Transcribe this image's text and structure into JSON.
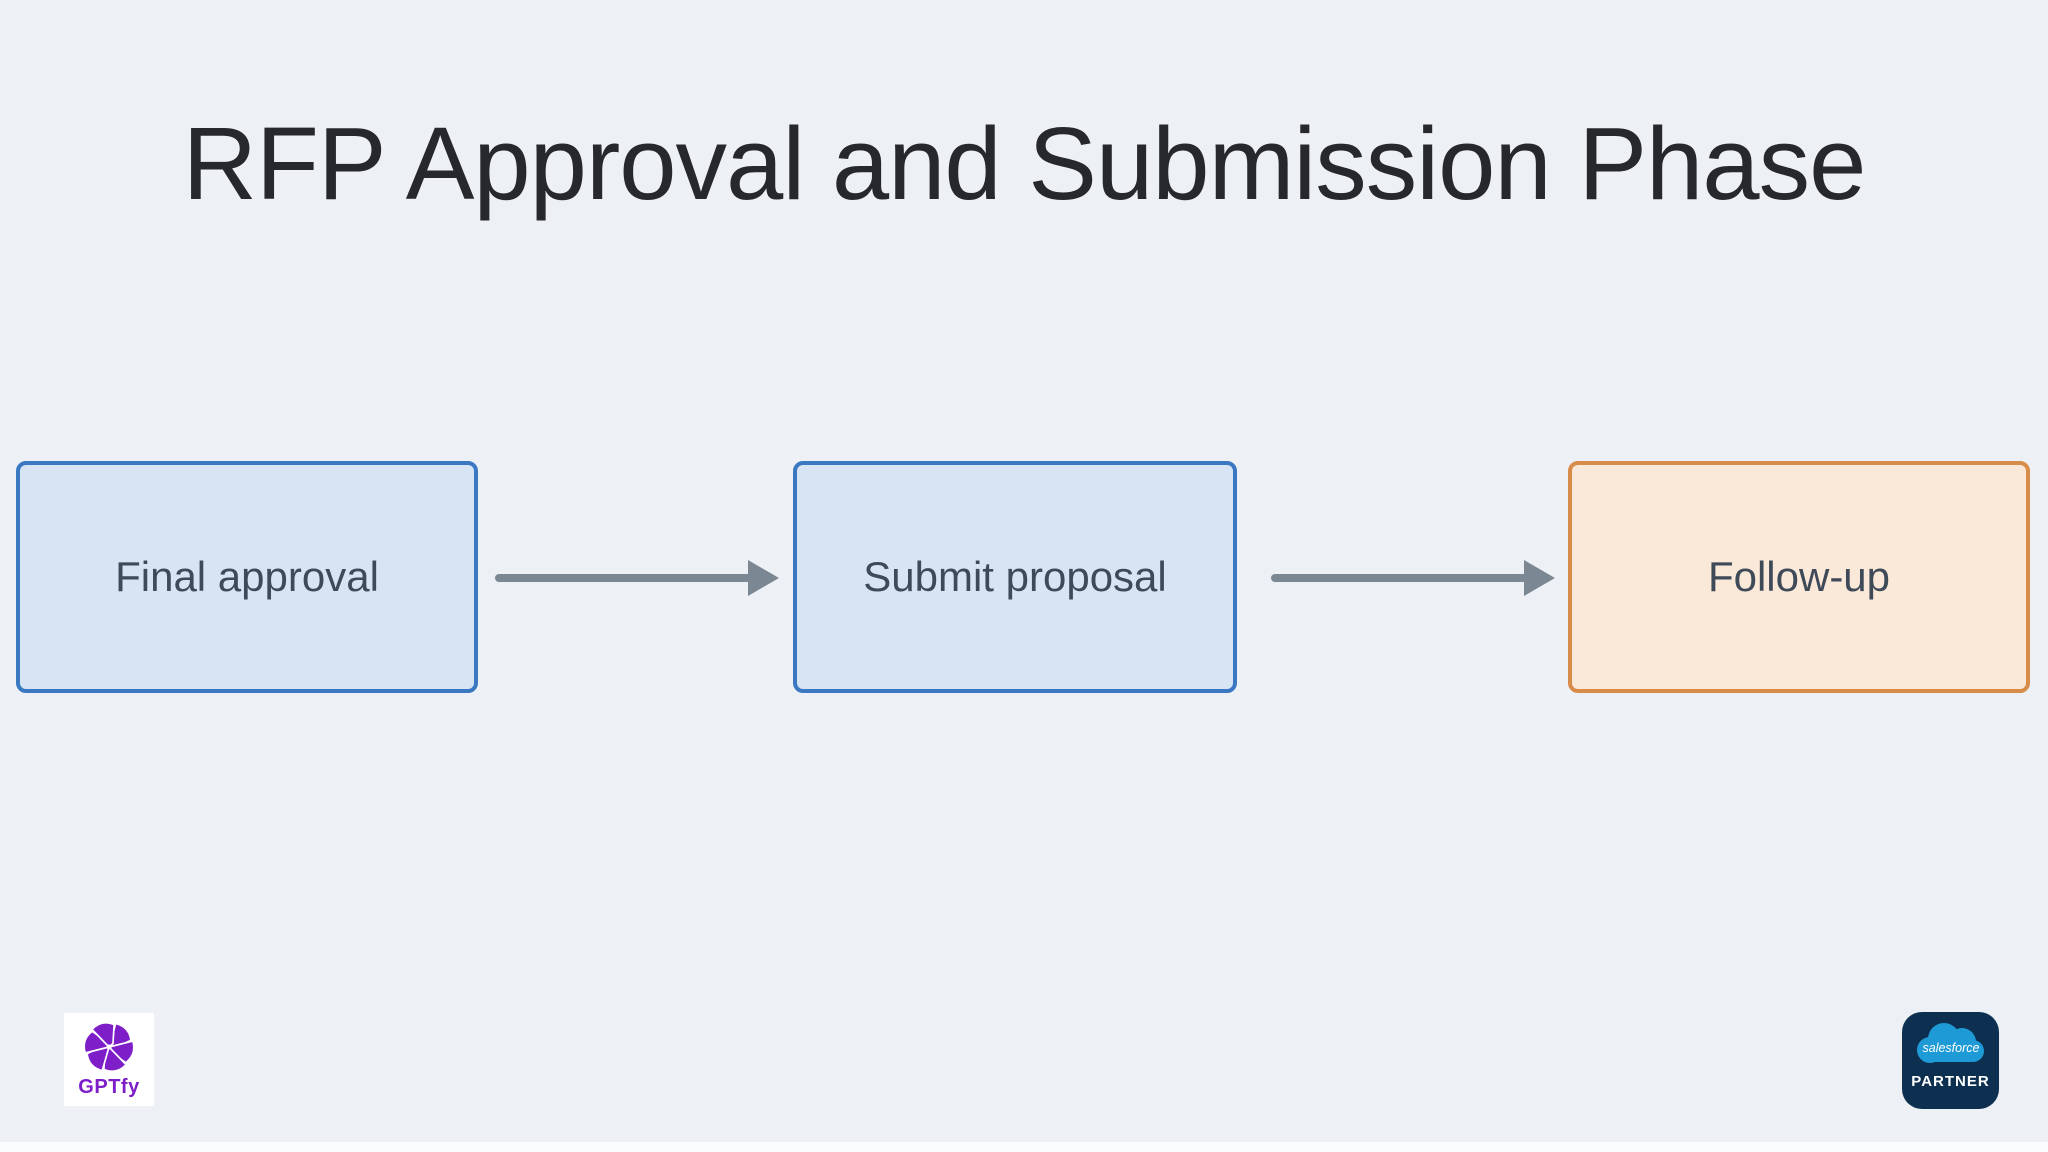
{
  "page": {
    "background_color": "#edf1f5",
    "title": "RFP Approval and Submission Phase",
    "title_color": "#26282d"
  },
  "flowchart": {
    "type": "flowchart",
    "direction": "left-to-right",
    "nodes": [
      {
        "id": "final-approval",
        "label": "Final approval",
        "fill": "#d7e4f4",
        "border": "#3a79c2"
      },
      {
        "id": "submit-proposal",
        "label": "Submit proposal",
        "fill": "#d7e4f4",
        "border": "#3a79c2"
      },
      {
        "id": "follow-up",
        "label": "Follow-up",
        "fill": "#fae8d9",
        "border": "#d88c4a"
      }
    ],
    "edges": [
      {
        "from": "final-approval",
        "to": "submit-proposal"
      },
      {
        "from": "submit-proposal",
        "to": "follow-up"
      }
    ],
    "arrow_color": "#7b8893",
    "label_color": "#3e4a58"
  },
  "branding": {
    "gptfy": {
      "name": "GPTfy",
      "brand_color": "#7d1ec9",
      "background": "#ffffff"
    },
    "salesforce": {
      "cloud_label": "salesforce",
      "partner_label": "PARTNER",
      "badge_color": "#0d3050",
      "cloud_color": "#1e9ad6"
    }
  }
}
